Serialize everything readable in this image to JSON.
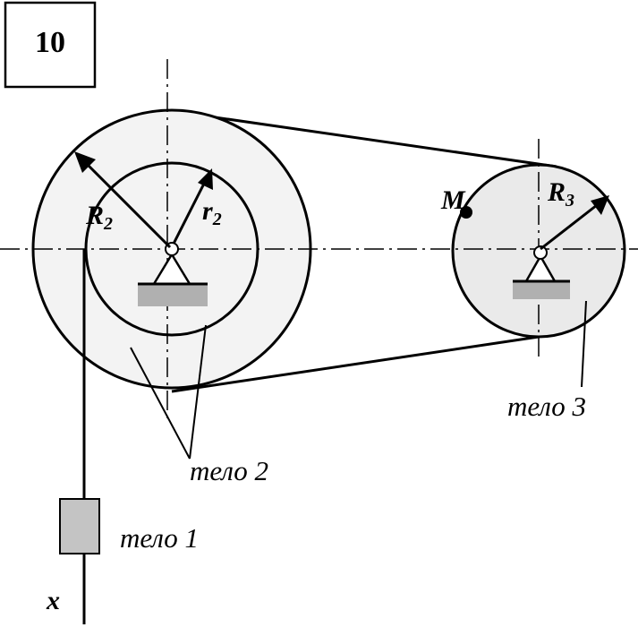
{
  "problem_number": "10",
  "labels": {
    "R2": {
      "main": "R",
      "sub": "2"
    },
    "r2": {
      "main": "r",
      "sub": "2"
    },
    "R3": {
      "main": "R",
      "sub": "3"
    },
    "M": "M",
    "x": "x"
  },
  "bodies": {
    "body1": "тело 1",
    "body2": "тело 2",
    "body3": "тело 3"
  },
  "colors": {
    "line": "#000000",
    "outer_wheel_fill": "#f3f3f3",
    "small_wheel_fill": "#eaeaea",
    "block_fill": "#c4c4c4",
    "ground_hatch": "#b0b0b0"
  }
}
